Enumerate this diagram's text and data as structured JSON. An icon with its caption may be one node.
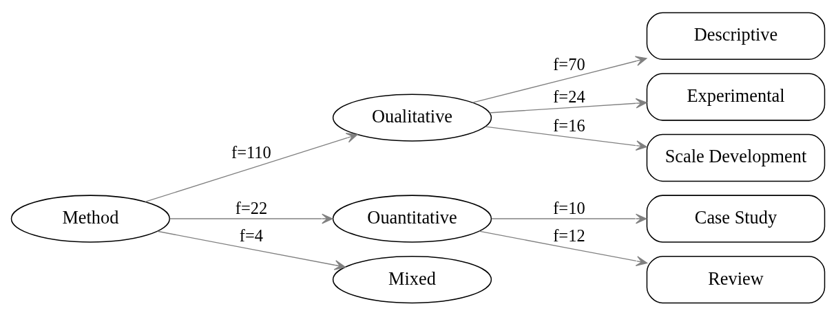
{
  "diagram": {
    "nodes": [
      {
        "text": [
          "Method"
        ]
      },
      {
        "text": [
          "Oualitative"
        ]
      },
      {
        "text": [
          "Ouantitative"
        ]
      },
      {
        "text": [
          "Mixed"
        ]
      },
      {
        "text": [
          "Descriptive"
        ]
      },
      {
        "text": [
          "Experimental"
        ]
      },
      {
        "text": [
          "Scale Development"
        ]
      },
      {
        "text": [
          "Case Study"
        ]
      },
      {
        "text": [
          "Review"
        ]
      }
    ],
    "edges": [
      {
        "from": 0,
        "to": 1,
        "arrow": "to",
        "label": "f=110"
      },
      {
        "from": 0,
        "to": 2,
        "arrow": "to",
        "label": "f=22"
      },
      {
        "from": 0,
        "to": 3,
        "arrow": "to",
        "label": "f=4"
      },
      {
        "from": 1,
        "to": 4,
        "arrow": "to",
        "label": "f=70"
      },
      {
        "from": 1,
        "to": 5,
        "arrow": "to",
        "label": "f=24"
      },
      {
        "from": 1,
        "to": 6,
        "arrow": "to",
        "label": "f=16"
      },
      {
        "from": 2,
        "to": 7,
        "arrow": "to",
        "label": "f=10"
      },
      {
        "from": 2,
        "to": 8,
        "arrow": "to",
        "label": "f=12"
      }
    ]
  }
}
